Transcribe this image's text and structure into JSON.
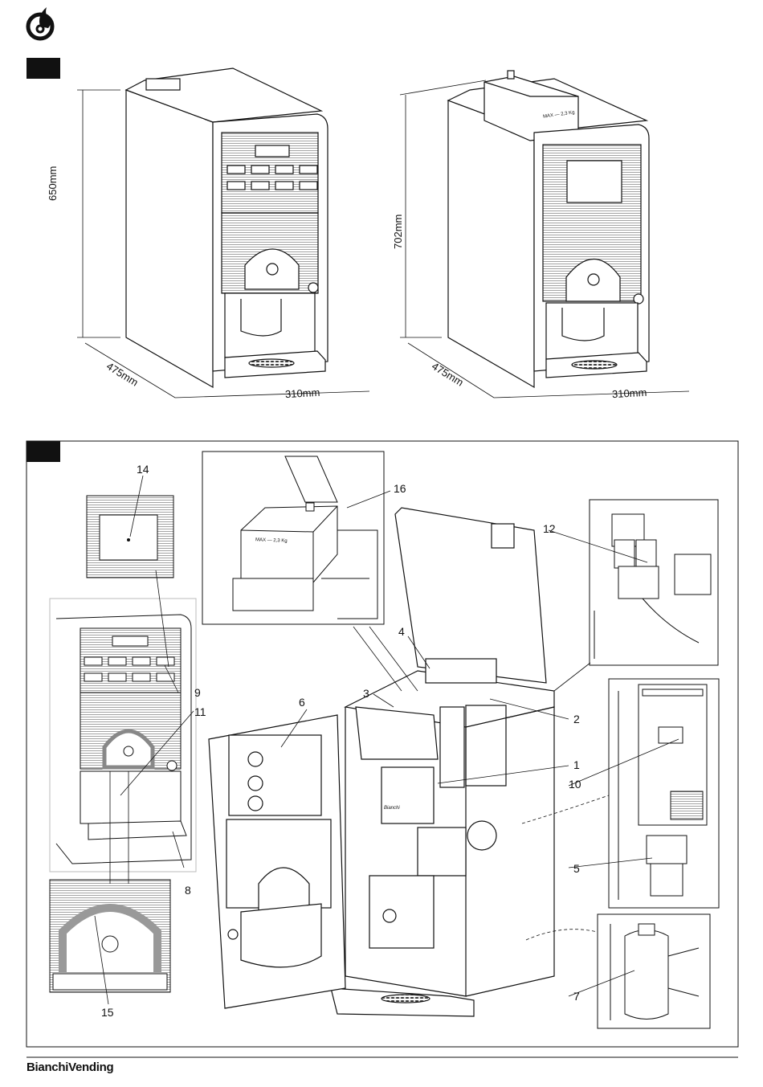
{
  "figure1": {
    "machine_a": {
      "height": "650mm",
      "depth": "475mm",
      "width": "310mm"
    },
    "machine_b": {
      "height": "702mm",
      "depth": "475mm",
      "width": "310mm",
      "hopper_label": "MAX — 2,3 Kg"
    }
  },
  "figure2": {
    "callouts": [
      "1",
      "2",
      "3",
      "4",
      "5",
      "6",
      "7",
      "8",
      "9",
      "10",
      "11",
      "12",
      "14",
      "15",
      "16"
    ],
    "hopper_label": "MAX — 2,3 Kg",
    "inner_brand": "Bianchi"
  },
  "footer": {
    "brand": "BianchiVending"
  },
  "colors": {
    "ink": "#111111",
    "figure_tab": "#111111",
    "paper": "#ffffff"
  }
}
